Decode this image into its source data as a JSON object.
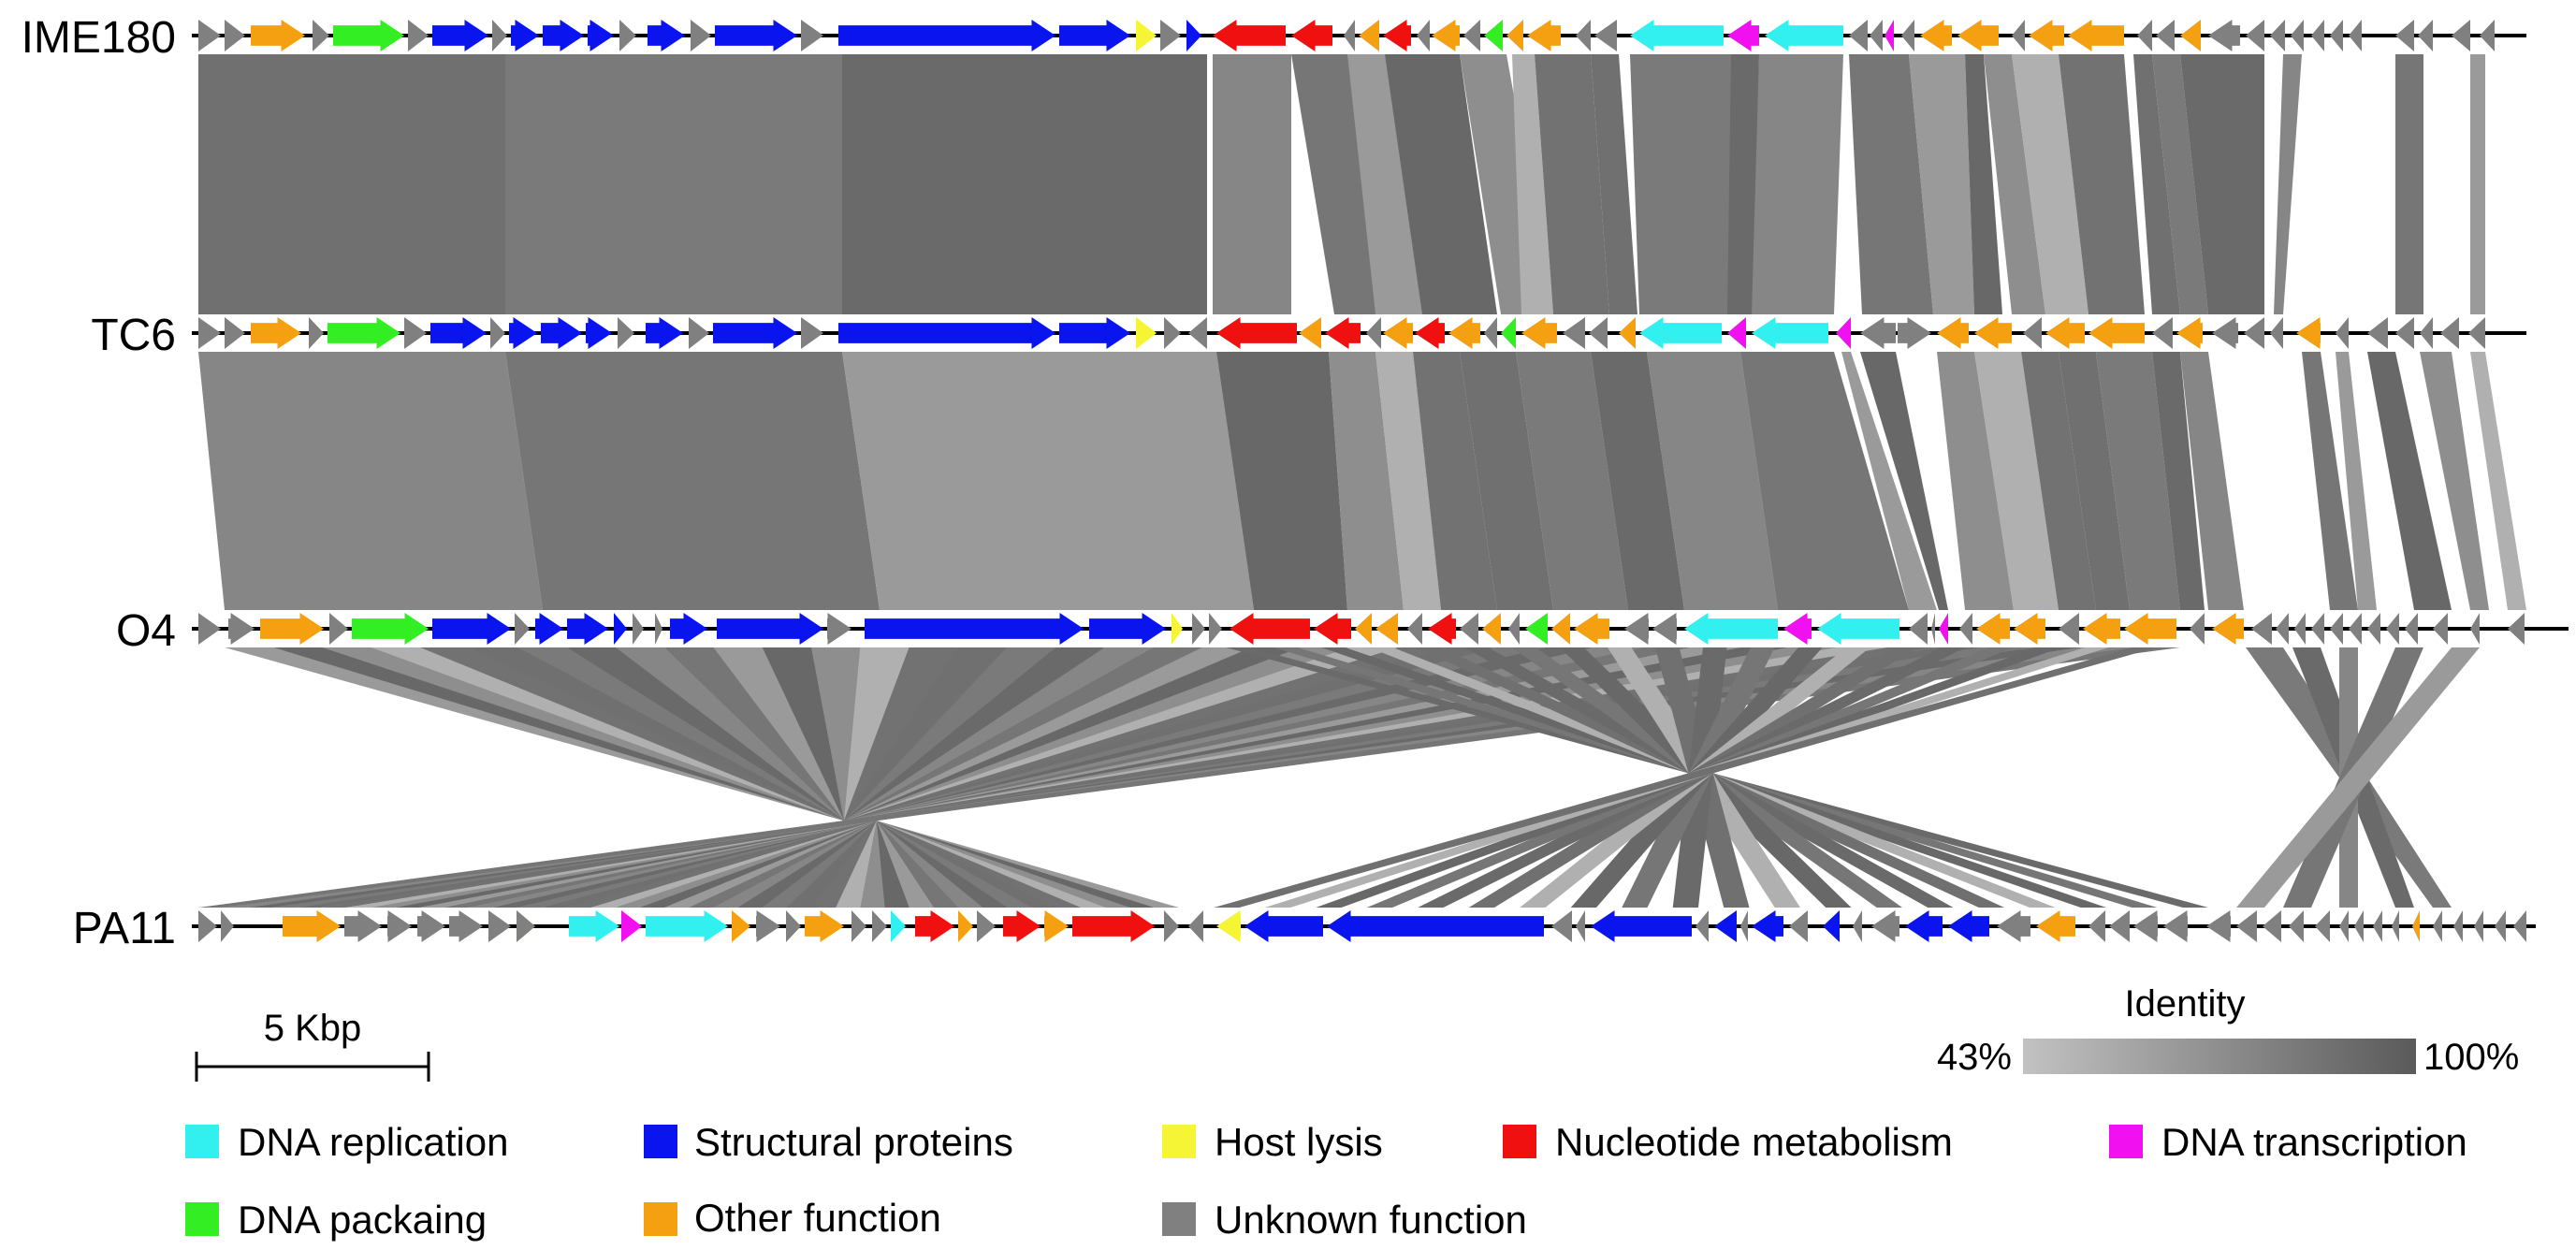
{
  "figure": {
    "genome_labels": [
      "IME180",
      "TC6",
      "O4",
      "PA11"
    ],
    "scale_bar_label": "5 Kbp",
    "identity": {
      "title": "Identity",
      "min_label": "43%",
      "max_label": "100%",
      "gradient_colors": [
        "#c2c2c2",
        "#5a5a5a"
      ]
    },
    "legend": [
      {
        "label": "DNA replication",
        "color": "#33f0f0"
      },
      {
        "label": "Structural proteins",
        "color": "#0a14ee"
      },
      {
        "label": "Host lysis",
        "color": "#f5f535"
      },
      {
        "label": "Nucleotide metabolism",
        "color": "#f01010"
      },
      {
        "label": "DNA transcription",
        "color": "#f010f0"
      },
      {
        "label": "DNA packaing",
        "color": "#33ee22"
      },
      {
        "label": "Other function",
        "color": "#f5a010"
      },
      {
        "label": "Unknown function",
        "color": "#808080"
      }
    ]
  }
}
